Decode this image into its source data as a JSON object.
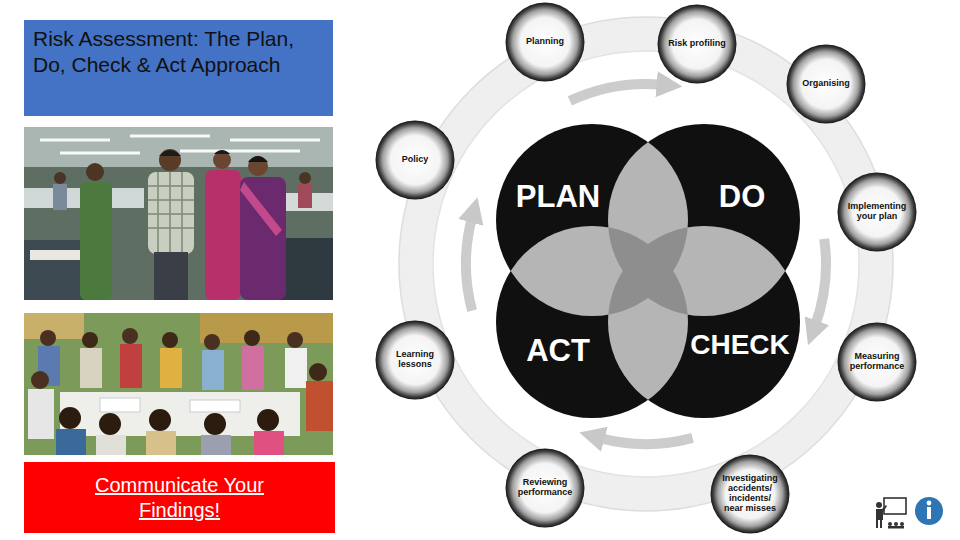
{
  "diagram": {
    "title": "Risk Assessment: The Plan, Do, Check & Act Approach",
    "nodes": [
      {
        "text": [
          "Planning"
        ]
      },
      {
        "text": [
          "Risk profiling"
        ]
      },
      {
        "text": [
          "Organising"
        ]
      },
      {
        "text": [
          "Policy"
        ]
      },
      {
        "text": [
          "PLAN"
        ]
      },
      {
        "text": [
          "DO"
        ]
      },
      {
        "text": [
          "Implementing your plan"
        ]
      },
      {
        "text": [
          "Learning lessons"
        ]
      },
      {
        "text": [
          "ACT"
        ]
      },
      {
        "text": [
          "CHECK"
        ]
      },
      {
        "text": [
          "Measuring performance"
        ]
      },
      {
        "text": [
          "Reviewing performance"
        ]
      },
      {
        "text": [
          "Investigating accidents/ incidents/ near misses"
        ]
      },
      {
        "text": [
          "Communicate Your Findings!"
        ]
      }
    ]
  }
}
